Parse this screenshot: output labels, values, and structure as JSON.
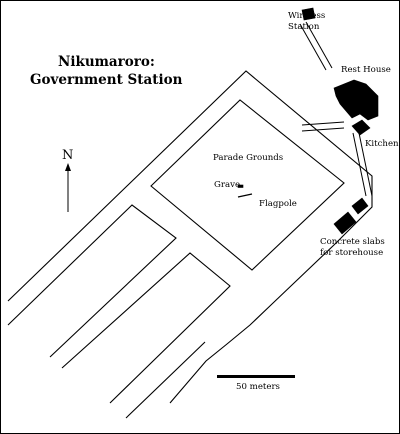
{
  "map": {
    "title_line1": "Nikumaroro:",
    "title_line2": "Government Station",
    "north_label": "N",
    "scale_label": "50 meters",
    "labels": {
      "wireless_line1": "Wireless",
      "wireless_line2": "Station",
      "rest_house": "Rest House",
      "kitchen": "Kitchen",
      "parade_grounds": "Parade Grounds",
      "grave": "Grave",
      "flagpole": "Flagpole",
      "concrete_line1": "Concrete slabs",
      "concrete_line2": "for storehouse"
    },
    "colors": {
      "ink": "#000000",
      "paper": "#ffffff"
    }
  }
}
